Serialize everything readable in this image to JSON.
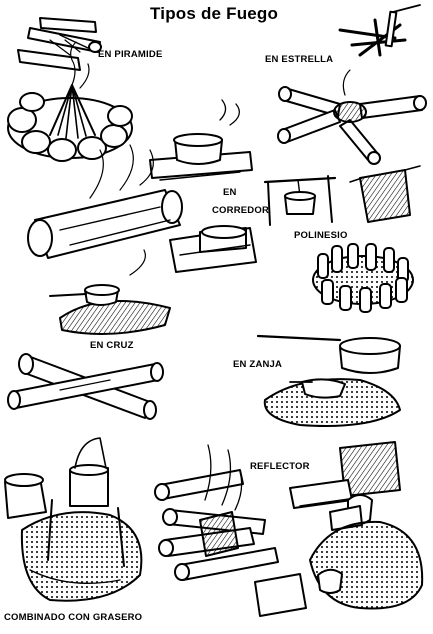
{
  "title": "Tipos de Fuego",
  "labels": {
    "piramide": "EN PIRAMIDE",
    "estrella": "EN ESTRELLA",
    "corredor_1": "EN",
    "corredor_2": "CORREDOR",
    "polinesio": "POLINESIO",
    "cruz": "EN CRUZ",
    "zanja": "EN ZANJA",
    "reflector": "REFLECTOR",
    "grasero": "COMBINADO CON GRASERO"
  },
  "colors": {
    "ink": "#000000",
    "paper": "#ffffff",
    "shade": "#9a9a9a"
  }
}
